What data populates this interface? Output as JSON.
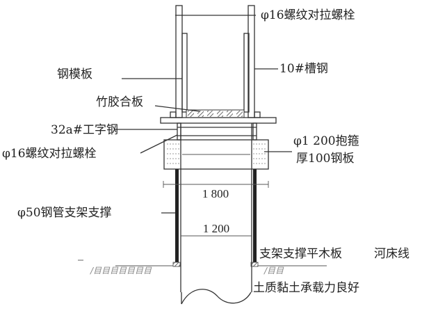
{
  "labels": {
    "tie_rod_top": "φ16螺纹对拉螺栓",
    "steel_formwork": "钢模板",
    "channel_steel": "10#槽钢",
    "bamboo_plywood": "竹胶合板",
    "i_beam": "32a#工字钢",
    "tie_rod_side": "φ16螺纹对拉螺栓",
    "hoop_1": "φ1 200抱箍",
    "hoop_2": "厚100钢板",
    "steel_pipe": "φ50钢管支架支撑",
    "support_board": "支架支撑平木板",
    "river_bed": "河床线",
    "soil": "土质黏土承载力良好"
  },
  "dimensions": {
    "outer_width": "1 800",
    "pier_diameter": "1 200"
  }
}
